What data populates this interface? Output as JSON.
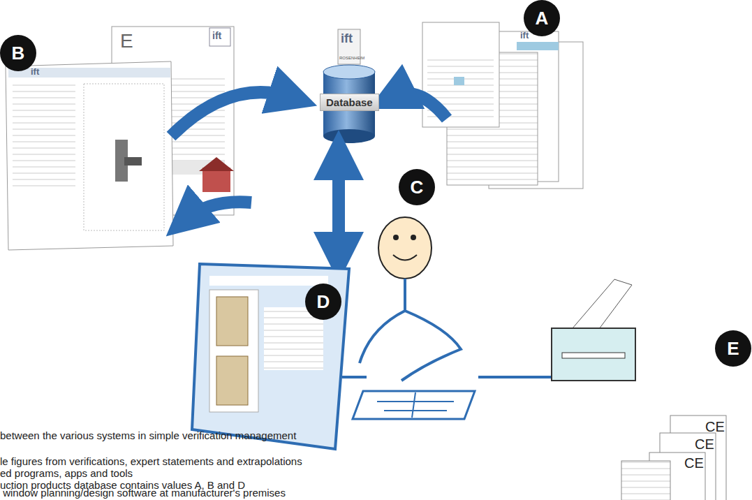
{
  "diagram": {
    "nodes": [
      {
        "text": [
          "A"
        ]
      },
      {
        "text": [
          "B"
        ]
      },
      {
        "text": [
          "Database"
        ]
      },
      {
        "text": [
          "C"
        ]
      },
      {
        "text": [
          "D"
        ]
      },
      {
        "text": [
          "E"
        ]
      }
    ],
    "labels": [
      "ift",
      "ROSENHEIM",
      "E",
      "ift",
      "ift",
      "ift",
      "CE",
      "CE",
      "CE",
      "between the various systems in simple verification management",
      "le figures from verifications, expert statements and extrapolations",
      "ed programs, apps and tools",
      "uction products database contains values A, B and D",
      " window planning/design software at manufacturer's premises"
    ]
  }
}
